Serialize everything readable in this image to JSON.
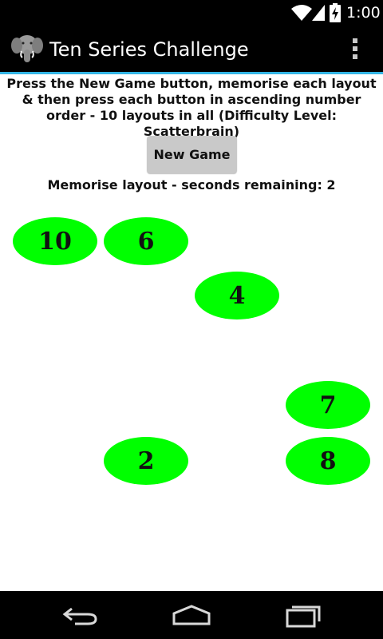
{
  "status_bar": {
    "time": "1:00",
    "icons": [
      "wifi-icon",
      "signal-icon",
      "battery-charging-icon"
    ]
  },
  "action_bar": {
    "app_icon": "elephant-icon",
    "title": "Ten Series Challenge",
    "overflow_icon": "overflow-menu-icon"
  },
  "content": {
    "instructions": "Press the New Game button, memorise each layout & then press each button in ascending number order - 10 layouts in all (Difficulty Level: Scatterbrain)",
    "new_game_label": "New Game",
    "status": "Memorise layout - seconds remaining: 2"
  },
  "buttons": [
    {
      "label": "10"
    },
    {
      "label": "6"
    },
    {
      "label": "4"
    },
    {
      "label": "7"
    },
    {
      "label": "2"
    },
    {
      "label": "8"
    }
  ],
  "colors": {
    "oval": "#00ff00",
    "accent": "#33b5e5",
    "bars": "#000000"
  },
  "nav_bar": {
    "icons": [
      "back-icon",
      "home-icon",
      "recents-icon"
    ]
  }
}
